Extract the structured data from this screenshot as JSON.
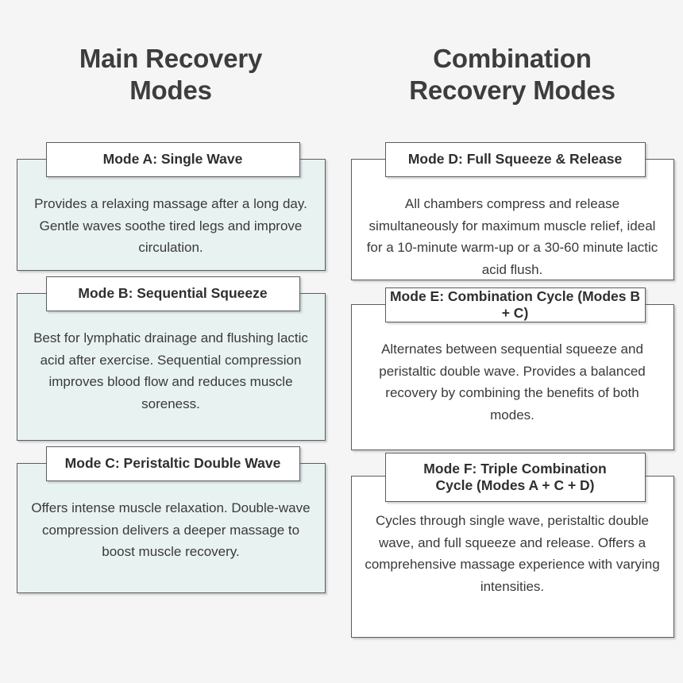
{
  "page": {
    "background_color": "#f5f5f5",
    "text_color": "#3a3a3a",
    "heading_color": "#3d3d3d",
    "left_card_color": "#e8f2f1",
    "right_card_color": "#ffffff",
    "border_color": "#5d5d5d"
  },
  "columns": [
    {
      "heading_line1": "Main Recovery",
      "heading_line2": "Modes",
      "cards": [
        {
          "title_line1": "Mode A: Single Wave",
          "title_line2": "",
          "body": "Provides a relaxing massage after a long day. Gentle waves soothe tired legs and improve circulation."
        },
        {
          "title_line1": "Mode B: Sequential Squeeze",
          "title_line2": "",
          "body": "Best for lymphatic drainage and flushing lactic acid after exercise. Sequential compression improves blood flow and reduces muscle soreness."
        },
        {
          "title_line1": "Mode C: Peristaltic Double Wave",
          "title_line2": "",
          "body": "Offers intense muscle relaxation. Double-wave compression delivers a deeper massage to boost muscle recovery."
        }
      ]
    },
    {
      "heading_line1": "Combination",
      "heading_line2": "Recovery Modes",
      "cards": [
        {
          "title_line1": "Mode D: Full Squeeze & Release",
          "title_line2": "",
          "body": "All chambers compress and release simultaneously for maximum muscle relief, ideal for a 10-minute warm-up or a 30-60 minute lactic acid flush."
        },
        {
          "title_line1": "Mode E: Combination Cycle (Modes B + C)",
          "title_line2": "",
          "body": "Alternates between sequential squeeze and peristaltic double wave. Provides a balanced recovery by combining the benefits of both modes."
        },
        {
          "title_line1": "Mode F: Triple Combination",
          "title_line2": "Cycle (Modes A + C + D)",
          "body": "Cycles through single wave, peristaltic double wave, and full squeeze and release. Offers a comprehensive massage experience with varying intensities."
        }
      ]
    }
  ]
}
